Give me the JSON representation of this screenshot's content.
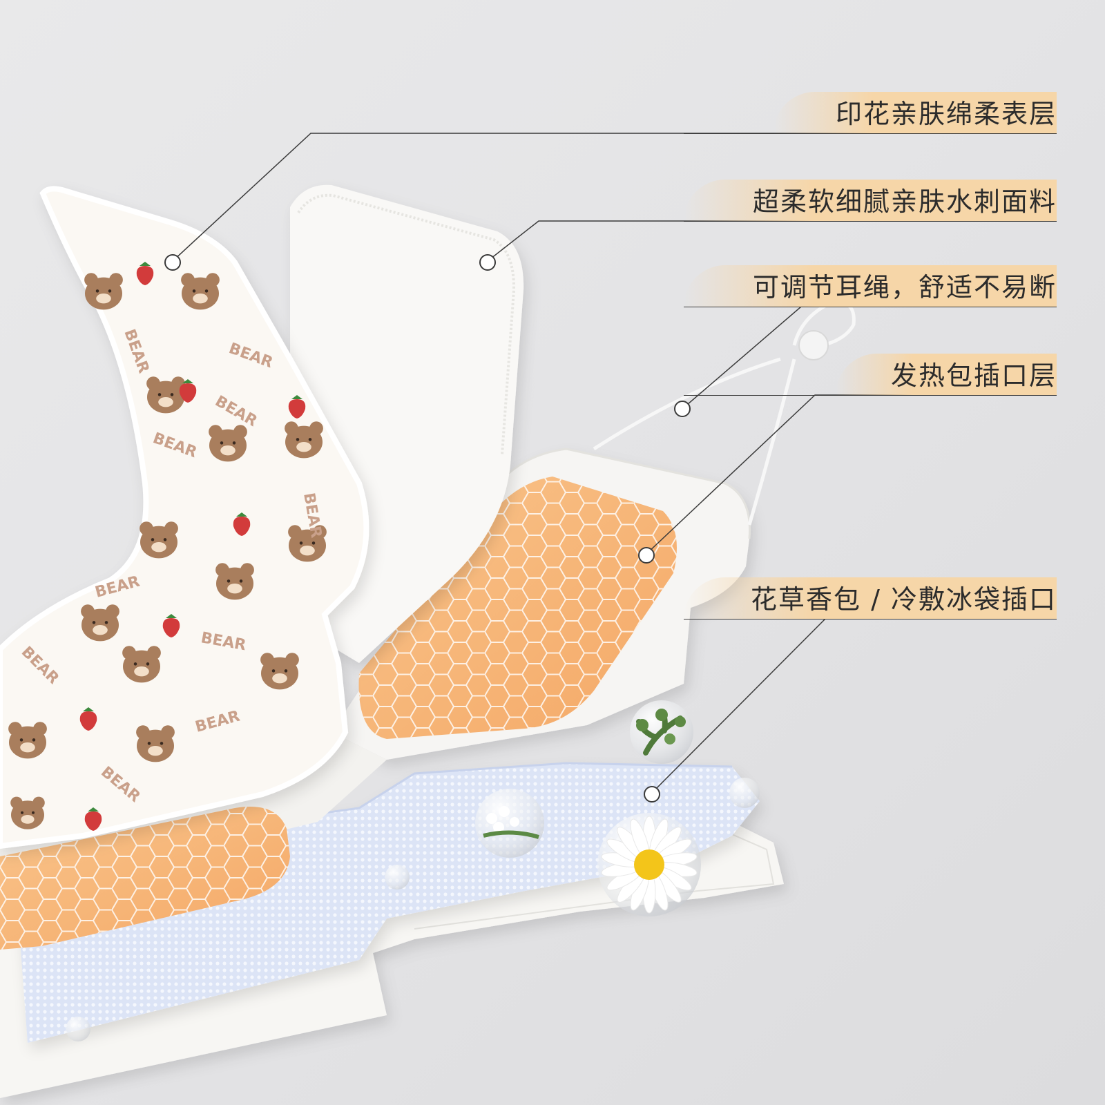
{
  "callouts": [
    {
      "label": "印花亲肤绵柔表层"
    },
    {
      "label": "超柔软细腻亲肤水刺面料"
    },
    {
      "label": "可调节耳绳，舒适不易断"
    },
    {
      "label": "发热包插口层"
    },
    {
      "label": "花草香包 / 冷敷冰袋插口"
    }
  ],
  "print_words": [
    "BEAR"
  ],
  "colors": {
    "background": "#e6e6e8",
    "callout_pill": "#f6d6a8",
    "callout_line": "#3a3a3a",
    "heat_pack": "#f7b877",
    "mesh_layer": "#dfe6f6",
    "bear": "#a97e5d",
    "strawberry": "#d23b3b"
  },
  "icons": [
    "daisy-icon",
    "herb-leaf-icon",
    "flower-sprig-icon",
    "water-droplet-icon"
  ]
}
